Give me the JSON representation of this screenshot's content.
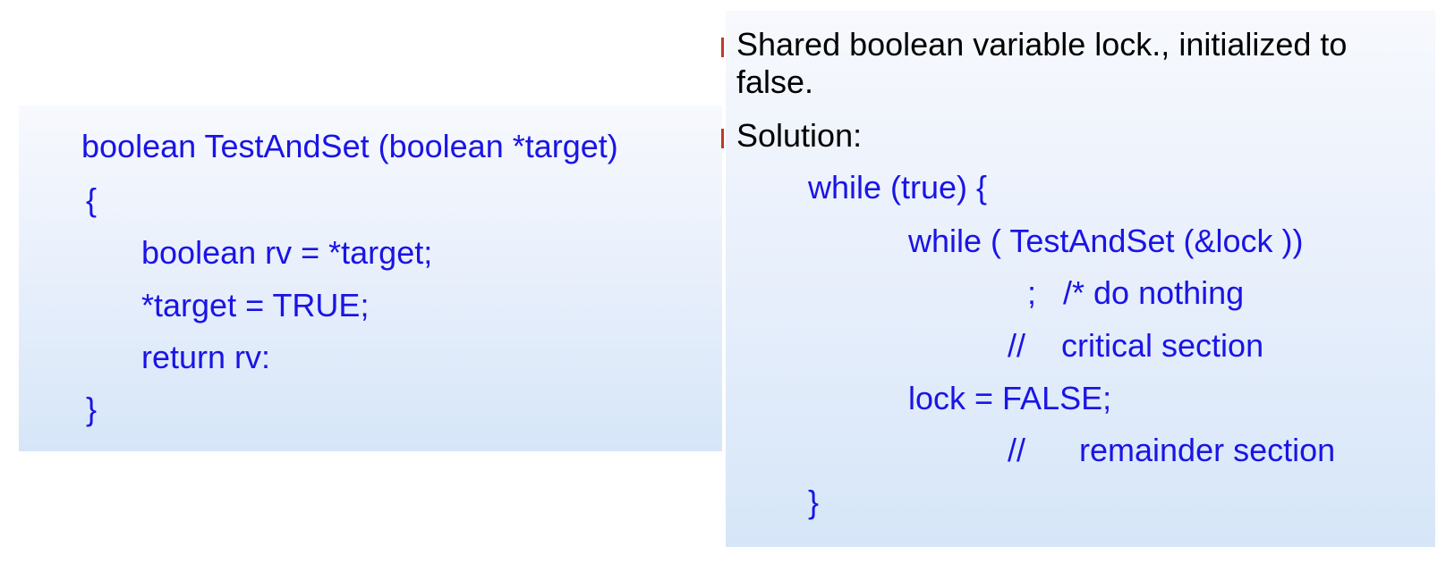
{
  "left_slide": {
    "lines": [
      "boolean TestAndSet (boolean *target)",
      "{",
      "boolean rv = *target;",
      "*target = TRUE;",
      "return rv:",
      "}"
    ]
  },
  "right_slide": {
    "bullets": [
      "Shared boolean variable lock., initialized to",
      "false.",
      "Solution:"
    ],
    "code": [
      "while (true) {",
      "while ( TestAndSet (&lock ))",
      ";   /* do nothing",
      "//    critical section",
      "lock = FALSE;",
      "//      remainder section",
      "}"
    ]
  },
  "colors": {
    "code_text": "#1a14e6",
    "bullet_marker": "#c0392b",
    "panel_top": "#f7f9fd",
    "panel_bottom": "#d6e6f8"
  }
}
